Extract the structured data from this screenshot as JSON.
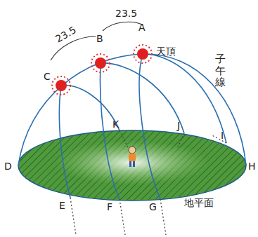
{
  "diagram": {
    "labels": [
      "23.5",
      "23.5",
      "A",
      "B",
      "C",
      "天頂",
      "子午線",
      "D",
      "E",
      "F",
      "G",
      "H",
      "I",
      "J",
      "K",
      "地平面"
    ]
  }
}
